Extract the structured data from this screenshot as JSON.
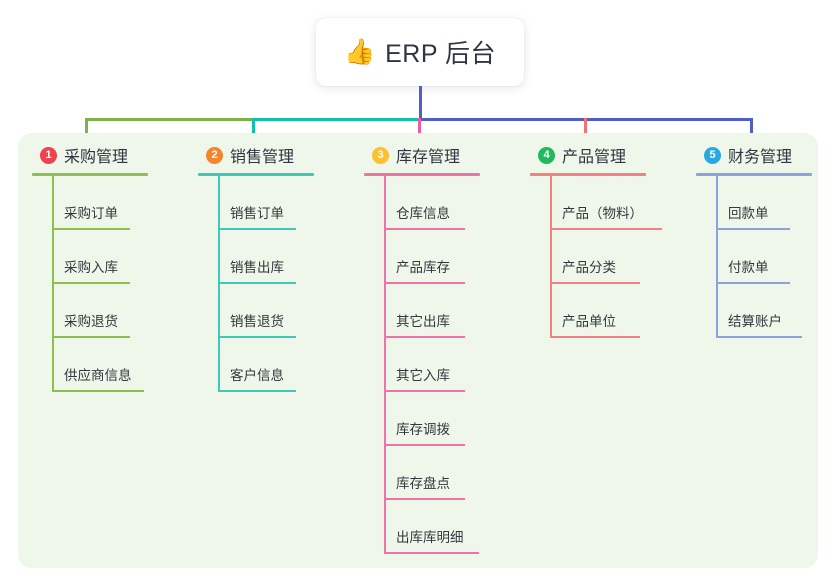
{
  "root": {
    "icon": "thumbs-up-icon",
    "emoji": "👍",
    "title": "ERP 后台"
  },
  "panel": {
    "background": "#eef7e9"
  },
  "connectors": {
    "trunk_color": "#4f5ec9",
    "bus_segments": [
      "#7cb342",
      "#12bfae",
      "#4f5ec9"
    ],
    "drop_colors": [
      "#7cb342",
      "#12bfae",
      "#ea5d9b",
      "#f4716f",
      "#4f5ec9"
    ]
  },
  "columns": [
    {
      "number": "1",
      "label": "采购管理",
      "badge_color": "#f0414f",
      "line_color": "#8cc152",
      "head_rule_width": 116,
      "items": [
        {
          "label": "采购订单",
          "rule_width": 78
        },
        {
          "label": "采购入库",
          "rule_width": 78
        },
        {
          "label": "采购退货",
          "rule_width": 78
        },
        {
          "label": "供应商信息",
          "rule_width": 92
        }
      ]
    },
    {
      "number": "2",
      "label": "销售管理",
      "badge_color": "#f5842f",
      "line_color": "#3ec9b8",
      "head_rule_width": 116,
      "items": [
        {
          "label": "销售订单",
          "rule_width": 78
        },
        {
          "label": "销售出库",
          "rule_width": 78
        },
        {
          "label": "销售退货",
          "rule_width": 78
        },
        {
          "label": "客户信息",
          "rule_width": 78
        }
      ]
    },
    {
      "number": "3",
      "label": "库存管理",
      "badge_color": "#fdc030",
      "line_color": "#ee74a8",
      "head_rule_width": 116,
      "items": [
        {
          "label": "仓库信息",
          "rule_width": 81
        },
        {
          "label": "产品库存",
          "rule_width": 81
        },
        {
          "label": "其它出库",
          "rule_width": 81
        },
        {
          "label": "其它入库",
          "rule_width": 81
        },
        {
          "label": "库存调拨",
          "rule_width": 81
        },
        {
          "label": "库存盘点",
          "rule_width": 81
        },
        {
          "label": "出库库明细",
          "rule_width": 95
        }
      ]
    },
    {
      "number": "4",
      "label": "产品管理",
      "badge_color": "#22b95e",
      "line_color": "#f4807f",
      "head_rule_width": 116,
      "items": [
        {
          "label": "产品（物料）",
          "rule_width": 112
        },
        {
          "label": "产品分类",
          "rule_width": 90
        },
        {
          "label": "产品单位",
          "rule_width": 90
        }
      ]
    },
    {
      "number": "5",
      "label": "财务管理",
      "badge_color": "#29a9e0",
      "line_color": "#8aa2e0",
      "head_rule_width": 116,
      "items": [
        {
          "label": "回款单",
          "rule_width": 74
        },
        {
          "label": "付款单",
          "rule_width": 74
        },
        {
          "label": "结算账户",
          "rule_width": 86
        }
      ]
    }
  ]
}
